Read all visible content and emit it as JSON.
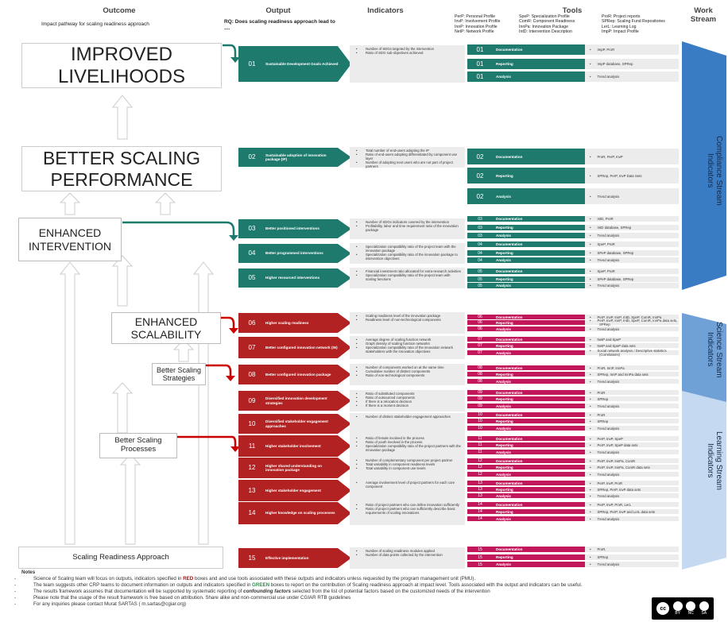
{
  "headers": {
    "outcome": "Outcome",
    "output": "Output",
    "indicators": "Indicators",
    "tools": "Tools",
    "work_stream": "Work Stream"
  },
  "outcome_sub": "Impact pathway for scaling readiness approach",
  "rq": "RQ: Does scaling readiness approach lead to ....",
  "legend": {
    "col1": [
      "PerP: Personal Profile",
      "InvP: Involvement Profile",
      "InnP: Innovation Profile",
      "NetP: Network Profile"
    ],
    "col2": [
      "SpeP: Specialization Profile",
      "ComR: Component Readiness",
      "InnPa: Innovation Package",
      "IntD: Intervention Description"
    ],
    "col3": [
      "ProR: Project reports",
      "SPRep: Scaling Fund Repositories",
      "LerL: Learning Log",
      "ImpP: Impact Profile"
    ]
  },
  "outcomes": [
    "IMPROVED LIVELIHOODS",
    "BETTER SCALING PERFORMANCE",
    "ENHANCED INTERVENTION",
    "ENHANCED SCALABILITY",
    "Better Scaling Strategies",
    "Better Scaling Processes",
    "Scaling Readiness Approach"
  ],
  "outputs": [
    {
      "num": "01",
      "title": "Sustainable Development Goals Achieved",
      "ind": [
        "Number of SDGs targeted by the intervention",
        "Ratio of SDG sub-objectives achieved"
      ],
      "tools": [
        "Documentation",
        "Reporting",
        "Analysis"
      ],
      "vals": [
        "ImpP, ProR",
        "ImpP database, SPRep",
        "Trend analysis"
      ]
    },
    {
      "num": "02",
      "title": "Sustainable adoption of innovation package (IP)",
      "ind": [
        "Total number of end-users adopting the IP",
        "Ratio of end-users adopting differentiated by component use layer",
        "Number of adopting next users who are not part of project partners"
      ],
      "tools": [
        "Documentation",
        "Reporting",
        "Analysis"
      ],
      "vals": [
        "ProR, PerP, InvP",
        "SPRep, PerP, InvP Data Sets",
        "Trend analysis"
      ]
    },
    {
      "num": "03",
      "title": "Better positioned interventions",
      "ind": [
        "Number of SDGs indicators covered by the intervention",
        "Profitability, labor and time requirement ratio of the innovation package"
      ],
      "tools": [
        "Documentation",
        "Reporting",
        "Analysis"
      ],
      "vals": [
        "IntD, ProR",
        "IntD database, SPRep",
        "Trend analysis"
      ]
    },
    {
      "num": "04",
      "title": "Better programmed interventions",
      "ind": [
        "Specialization compatibility ratio of the project team with the innovation package",
        "Specialization compatibility ratio of the innovation package to intervention objectives"
      ],
      "tools": [
        "Documentation",
        "Reporting",
        "Analysis"
      ],
      "vals": [
        "SpeP, ProR",
        "SPeP database, SPRep",
        "Trend analysis"
      ]
    },
    {
      "num": "05",
      "title": "Higher resourced interventions",
      "ind": [
        "Financial investment ratio allocated for extra-research activities",
        "Specialization compatibility ratio of the project team with scaling functions"
      ],
      "tools": [
        "Documentation",
        "Reporting",
        "Analysis"
      ],
      "vals": [
        "SpeP, ProR",
        "SPeP database, SPRep",
        "Trend analysis"
      ]
    },
    {
      "num": "06",
      "title": "Higher scaling readiness",
      "ind": [
        "Scaling readiness level of the innovation package",
        "Readiness level of non-technological components"
      ],
      "tools": [
        "Documentation",
        "Reporting",
        "Analysis"
      ],
      "vals": [
        "PerP, InvP, InnP, IntD, SpeP, ComR, InnPa",
        "PerP, InvP, InnP, IntD, SpeP, ComR, InnPa data sets, SPRep",
        "Trend analysis"
      ]
    },
    {
      "num": "07",
      "title": "Better configured innovation network (IN)",
      "ind": [
        "Average degree of scaling function network",
        "Graph density of scaling function networks",
        "Specialization compatibility ratio of the innovation network stakeholders with the innovation objectives"
      ],
      "tools": [
        "Documentation",
        "Reporting",
        "Analysis"
      ],
      "vals": [
        "NetP and SpeP",
        "NetP and SpeP data sets",
        "Social network analysis",
        "Descriptive statistics (Correlations)"
      ]
    },
    {
      "num": "08",
      "title": "Better configured innovation package",
      "ind": [
        "Number of components worked on at the same time",
        "Cumulative number of distinct components",
        "Ratio of non-technological components"
      ],
      "tools": [
        "Documentation",
        "Reporting",
        "Analysis"
      ],
      "vals": [
        "ProR, InnP, InnPa",
        "SPRep, InnP and InnPa data sets",
        "Trend analysis"
      ]
    },
    {
      "num": "09",
      "title": "Diversified innovation development strategies",
      "ind": [
        "Ratio of substituted components",
        "Ratio of outsourced components",
        "If there is a relocation decision",
        "If there is a reorient decision"
      ],
      "tools": [
        "Documentation",
        "Reporting",
        "Analysis"
      ],
      "vals": [
        "ProR",
        "SPRep",
        "Trend analysis"
      ]
    },
    {
      "num": "10",
      "title": "Diversified stakeholder engagement approaches",
      "ind": [
        "Number of distinct stakeholder engagement approaches"
      ],
      "tools": [
        "Documentation",
        "Reporting",
        "Analysis"
      ],
      "vals": [
        "ProR",
        "SPRep",
        "Trend analysis"
      ]
    },
    {
      "num": "11",
      "title": "Higher stakeholder involvement",
      "ind": [
        "Ratio of female involved in the process",
        "Ratio of youth involved in the process",
        "Specialization compatibility ratio of the project partners with the innovation package"
      ],
      "tools": [
        "Documentation",
        "Reporting",
        "Analysis"
      ],
      "vals": [
        "PerP, InvP, SpeP",
        "PerP, InvP, SpeP data sets",
        "Trend analysis"
      ]
    },
    {
      "num": "12",
      "title": "Higher shared understanding on innovation package",
      "ind": [
        "Number of complementary component per project partner",
        "Total variability in component readiness levels",
        "Total variability in component use levels"
      ],
      "tools": [
        "Documentation",
        "Reporting",
        "Analysis"
      ],
      "vals": [
        "PerP, InvP, InnPa, ComR",
        "PerP, InvP, InnPa, ComR data sets",
        "Trend analysis"
      ]
    },
    {
      "num": "13",
      "title": "Higher stakeholder engagement",
      "ind": [
        "Average involvement level of project partners for each core component"
      ],
      "tools": [
        "Documentation",
        "Reporting",
        "Analysis"
      ],
      "vals": [
        "PerP, InvP, ProR",
        "SPRep, PerP, InvP data sets",
        "Trend analysis"
      ]
    },
    {
      "num": "14",
      "title": "Higher knowledge on scaling processes",
      "ind": [
        "Ratio of project partners who can define innovation sufficiently",
        "Ratio of project partners who can sufficiently describe basic requirements of scaling innovations"
      ],
      "tools": [
        "Documentation",
        "Reporting",
        "Analysis"
      ],
      "vals": [
        "PerP, InvP, ProR, LerL",
        "SPRep, PerP, InvP and LerL data sets",
        "Trend analysis"
      ]
    },
    {
      "num": "15",
      "title": "Effective implementation",
      "ind": [
        "Number of scaling readiness modules applied",
        "Number of data points collected by the intervention"
      ],
      "tools": [
        "Documentation",
        "Reporting",
        "Analysis"
      ],
      "vals": [
        "ProR,",
        "SPRep",
        "Trend analysis"
      ]
    }
  ],
  "work_streams": [
    "Compliance Stream Indicators",
    "Science Stream Indicators",
    "Learning Stream Indicators"
  ],
  "notes": {
    "title": "Notes",
    "lines": [
      {
        "a": "Science of Scaling team will focus on outputs, indicators specified in ",
        "b": "RED",
        "c": " boxes and and use tools associated with these outputs and indicators unless requested by the program management unit (PMU)."
      },
      {
        "a": "The team suggests other CRP teams to document information on outputs and indicators specified in ",
        "b": "GREEN",
        "c": " boxes to report on the contribution of Scaling readiness approach at impact level. Tools associated with the output and indicators can be useful."
      },
      {
        "a": "The results framework assumes that documentation will be supported by systematic reporting of ",
        "b": "confounding factors",
        "c": " selected from the list of potential factors based on the customized needs of the intervention"
      },
      {
        "a": "Please note that the usage of the result framework is free based on attribution. Share alike and non-commercial use under CGIAR RTB guidelines",
        "b": "",
        "c": ""
      },
      {
        "a": "For any inquiries please contact Murat SARTAS ( m.sartas@cgiar.org)",
        "b": "",
        "c": ""
      }
    ]
  },
  "license": {
    "by": "BY",
    "nc": "NC",
    "sa": "SA"
  },
  "colors": {
    "green": "#1f7a6e",
    "red": "#b22222",
    "pink": "#c2185b",
    "blue": "#3a7cc4",
    "lightblue": "#a9c8e8"
  }
}
